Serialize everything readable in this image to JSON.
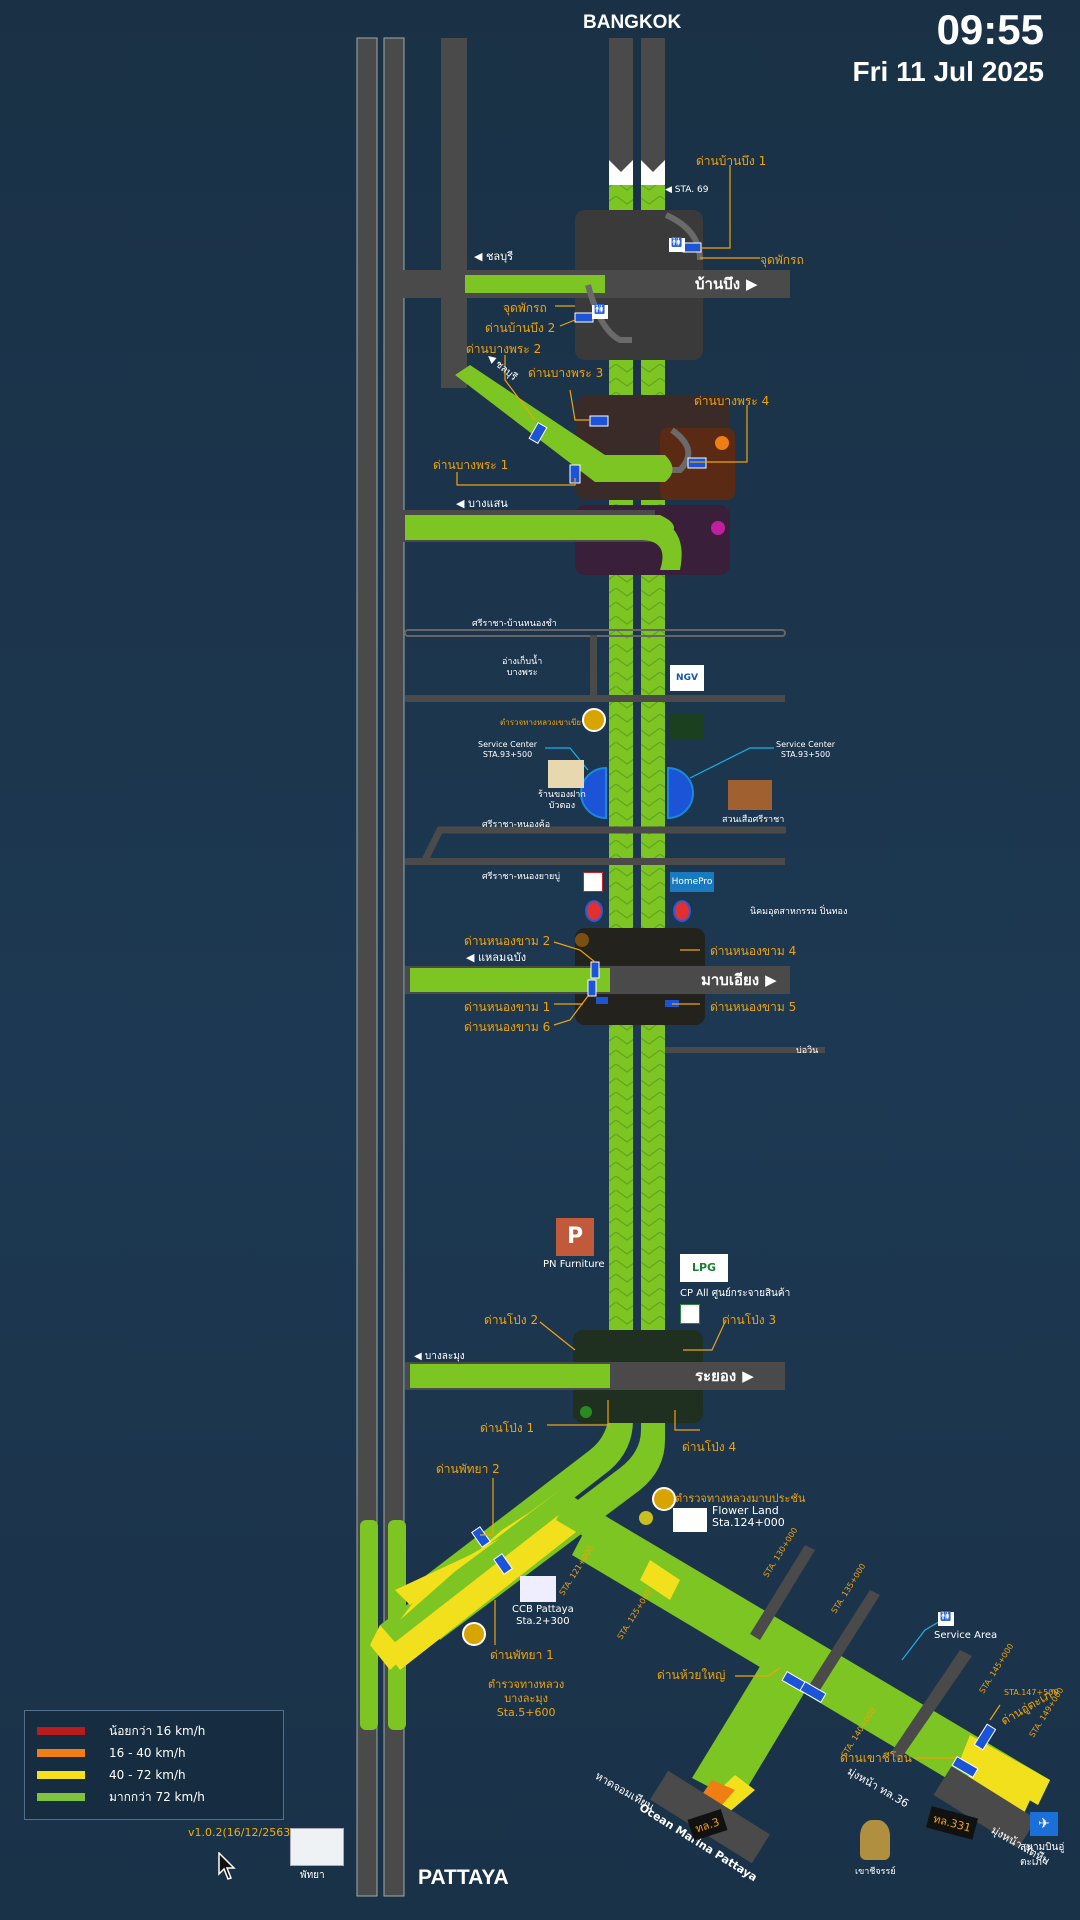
{
  "clock": {
    "time": "09:55",
    "date": "Fri 11 Jul 2025"
  },
  "ends": {
    "north": "BANGKOK",
    "south": "PATTAYA"
  },
  "interchanges": {
    "banbueng": "บ้านบึง",
    "mabiang": "มาบเอียง",
    "rayong": "ระยอง"
  },
  "directions": {
    "chonburi": "ชลบุรี",
    "chonburi2": "ชลบุรี",
    "bangsaen": "บางแสน",
    "laemchabang": "แหลมฉบัง",
    "banglamung": "บางละมุง"
  },
  "tolls": {
    "banbueng1": "ด่านบ้านบึง 1",
    "banbueng2": "ด่านบ้านบึง 2",
    "rest_e": "จุดพักรถ",
    "rest_w": "จุดพักรถ",
    "sta69": "STA. 69",
    "bangphra1": "ด่านบางพระ 1",
    "bangphra2": "ด่านบางพระ 2",
    "bangphra3": "ด่านบางพระ 3",
    "bangphra4": "ด่านบางพระ 4",
    "nongkham1": "ด่านหนองขาม 1",
    "nongkham2": "ด่านหนองขาม 2",
    "nongkham4": "ด่านหนองขาม 4",
    "nongkham5": "ด่านหนองขาม 5",
    "nongkham6": "ด่านหนองขาม 6",
    "pong1": "ด่านโป่ง 1",
    "pong2": "ด่านโป่ง 2",
    "pong3": "ด่านโป่ง 3",
    "pong4": "ด่านโป่ง 4",
    "pattaya1": "ด่านพัทยา 1",
    "pattaya2": "ด่านพัทยา 2",
    "huaiyai": "ด่านห้วยใหญ่",
    "khaochiona": "ด่านเขาชีโอน",
    "uthapao": "ด่านอู่ตะเภา"
  },
  "places": {
    "sriracha_nongcha": "ศรีราชา-บ้านหนองชำ",
    "reservoir": "อ่างเก็บน้ำ\nบางพระ",
    "police_khaokheow": "ตำรวจทางหลวงเขาเขียว",
    "sc_w": "Service Center\nSTA.93+500",
    "sc_e": "Service Center\nSTA.93+500",
    "shop_w": "ร้านของฝาก\nบัวตอง",
    "shop_e": "สวนเสือศรีราชา",
    "sriracha_nongkho": "ศรีราชา-หนองค้อ",
    "sriracha_nongyaibu": "ศรีราชา-หนองยายบู่",
    "estate": "นิคมอุตสาหกรรม ปิ่นทอง",
    "bowin": "บ่อวิน",
    "pn_furniture": "PN Furniture",
    "cpall": "CP All ศูนย์กระจายสินค้า",
    "police_mapprachan": "ตำรวจทางหลวงมาบประชัน",
    "flowerland": "Flower Land\nSta.124+000",
    "ccb": "CCB Pattaya\nSta.2+300",
    "police_banglamung": "ตำรวจทางหลวง\nบางละมุง\nSta.5+600",
    "service_area": "Service Area",
    "sta121": "STA. 121+000",
    "sta125": "STA. 125+000",
    "sta130": "STA. 130+000",
    "sta135": "STA. 135+000",
    "sta140": "STA. 140+000",
    "sta145": "STA. 145+000",
    "sta147": "STA.147+500",
    "sta149": "STA. 149+000",
    "ocean_marina": "Ocean Marina Pattaya",
    "jomtien": "หาดจอมเทียน",
    "to_kl36": "มุ่งหน้า ทล.36",
    "to_sattahip": "มุ่งหน้า สัตหีบ",
    "khaochichan": "เขาชีจรรย์",
    "airport": "สนามบินอู่ตะเภา",
    "pattaya_city": "พัทยา",
    "kl3": "ทล.3",
    "kl331": "ทล.331"
  },
  "legend": [
    {
      "label": "น้อยกว่า 16 km/h",
      "color": "#b81c1c"
    },
    {
      "label": "16 - 40 km/h",
      "color": "#f07e12"
    },
    {
      "label": "40 - 72 km/h",
      "color": "#f7e21a"
    },
    {
      "label": "มากกว่า 72 km/h",
      "color": "#7fc23c"
    }
  ],
  "version": "v1.0.2(16/12/2563)",
  "colors": {
    "fast": "#7cc522",
    "medium": "#f3e01c",
    "toll": "#f0a30a",
    "road": "#4a4a4a",
    "booth": "#1c54d8"
  }
}
